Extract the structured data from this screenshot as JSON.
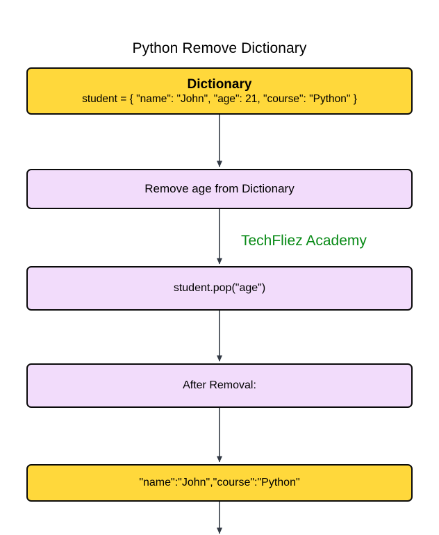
{
  "diagram": {
    "title": "Python Remove Dictionary",
    "watermark": "TechFliez Academy",
    "colors": {
      "node_yellow": "#ffd83b",
      "node_purple": "#f2dcfb",
      "node_border": "#0b0b0b",
      "connector": "#333a45",
      "watermark_text": "#088a16",
      "text": "#000000",
      "background": "#ffffff"
    },
    "nodes": [
      {
        "id": "dictionary",
        "style": "yellow",
        "title": "Dictionary",
        "subtitle": "student = { \"name\": \"John\", \"age\": 21, \"course\": \"Python\" }"
      },
      {
        "id": "remove-age",
        "style": "purple",
        "label": "Remove age from Dictionary"
      },
      {
        "id": "pop-call",
        "style": "purple",
        "label": "student.pop(\"age\")"
      },
      {
        "id": "after-removal",
        "style": "purple",
        "label": "After Removal:"
      },
      {
        "id": "result",
        "style": "yellow",
        "label": "\"name\":\"John\",\"course\":\"Python\""
      }
    ],
    "edges": [
      {
        "from": "dictionary",
        "to": "remove-age"
      },
      {
        "from": "remove-age",
        "to": "pop-call"
      },
      {
        "from": "pop-call",
        "to": "after-removal"
      },
      {
        "from": "after-removal",
        "to": "result"
      },
      {
        "from": "result",
        "to": "clipped-below"
      }
    ]
  }
}
